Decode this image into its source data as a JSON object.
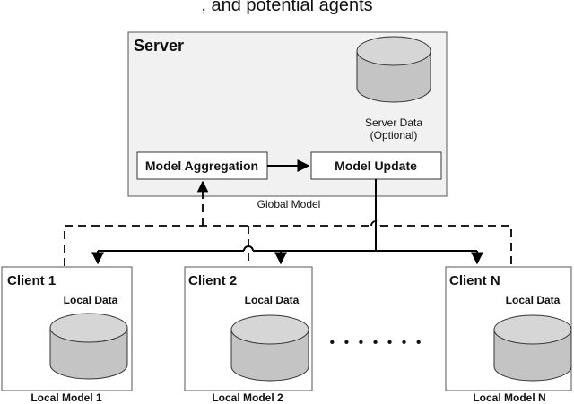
{
  "header_fragment": ", and potential agents",
  "server": {
    "title": "Server",
    "data_label_line1": "Server Data",
    "data_label_line2": "(Optional)",
    "aggregation_label": "Model Aggregation",
    "update_label": "Model Update",
    "global_model_label": "Global Model"
  },
  "clients": [
    {
      "title": "Client 1",
      "data_label": "Local Data",
      "model_label": "Local Model 1"
    },
    {
      "title": "Client 2",
      "data_label": "Local Data",
      "model_label": "Local Model 2"
    },
    {
      "title": "Client N",
      "data_label": "Local Data",
      "model_label": "Local Model N"
    }
  ],
  "ellipsis": "• • • • • • •",
  "colors": {
    "server_fill": "#f1f1f1",
    "box_stroke": "#555555",
    "cylinder_body": "#c4c4c4",
    "cylinder_top": "#d6d6d6",
    "line": "#000000"
  }
}
